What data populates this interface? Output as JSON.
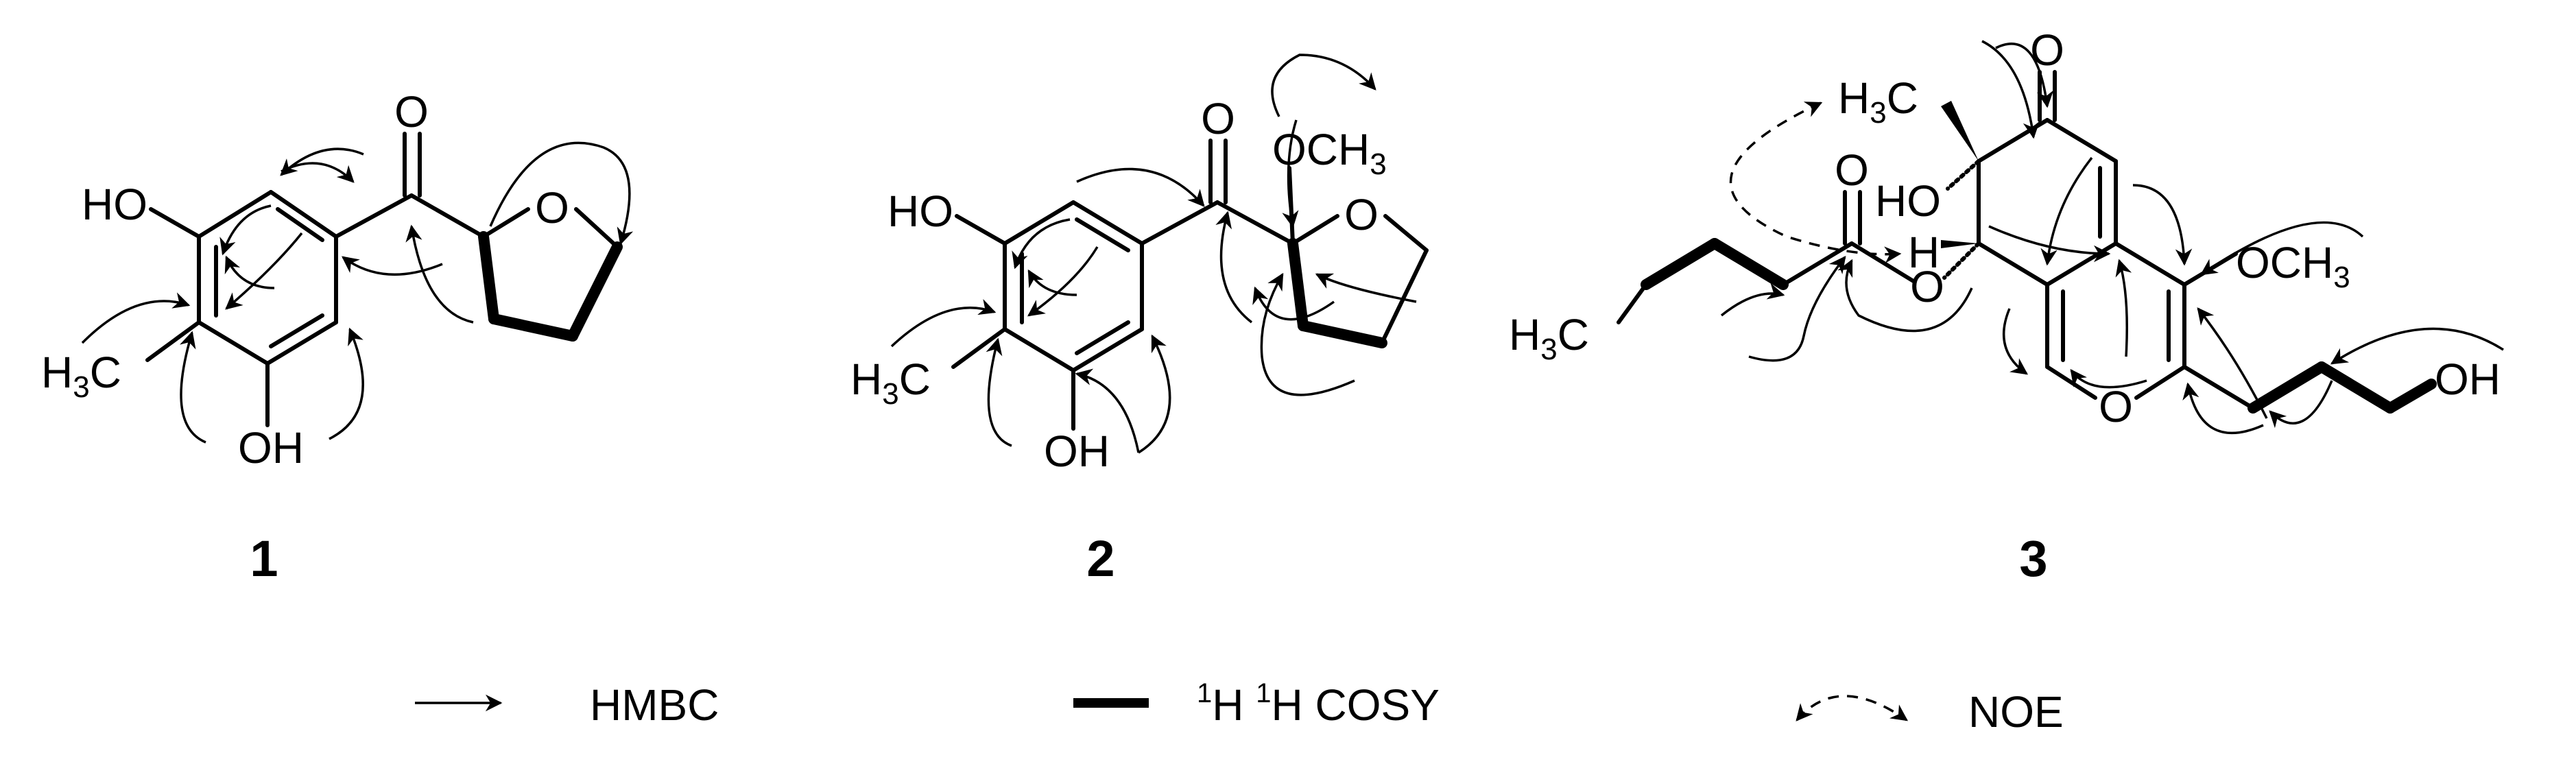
{
  "compounds": {
    "c1": {
      "number": "1",
      "labels": {
        "oxo": "O",
        "ring_o": "O",
        "oh_top": "HO",
        "oh_bottom_o": "OH",
        "me_h": "H",
        "me_3": "3",
        "me_c": "C"
      }
    },
    "c2": {
      "number": "2",
      "labels": {
        "oxo": "O",
        "ring_o": "O",
        "ome_o": "OCH",
        "ome_3": "3",
        "oh_top": "HO",
        "oh_bottom_o": "OH",
        "me_h": "H",
        "me_3": "3",
        "me_c": "C"
      }
    },
    "c3": {
      "number": "3",
      "labels": {
        "ketone_o": "O",
        "me_h": "H",
        "me_3": "3",
        "me_c": "C",
        "ho": "HO",
        "h": "H",
        "ester_co": "O",
        "ester_o": "O",
        "ethyl_h": "H",
        "ethyl_3": "3",
        "ethyl_c": "C",
        "ome_o": "OCH",
        "ome_3": "3",
        "pyran_o": "O",
        "oh_end": "OH"
      }
    }
  },
  "legend": {
    "hmbc": "HMBC",
    "cosy_sup1": "1",
    "cosy_h1": "H ",
    "cosy_sup2": "1",
    "cosy_rest": "H COSY",
    "noe": "NOE"
  }
}
